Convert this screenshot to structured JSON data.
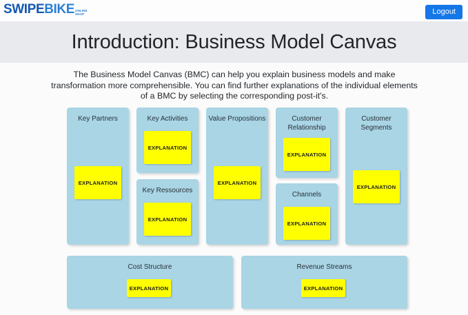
{
  "header": {
    "logo": {
      "part1": "SWIPE",
      "part2": "BIKE",
      "sub1": "ONLINE",
      "sub2": "SHOP"
    },
    "logout_label": "Logout"
  },
  "page": {
    "title": "Introduction: Business Model Canvas",
    "intro": "The Business Model Canvas (BMC) can help you explain business models and make transformation more comprehensible. You can find further explanations of the individual elements of a BMC by selecting the corresponding post-it's."
  },
  "colors": {
    "block": "#a9d5e5",
    "postit": "#ffff00",
    "accent": "#1577e8",
    "band": "#e9eaee",
    "page_bg": "#fbfbfb"
  },
  "canvas": {
    "postit_label": "EXPLANATION",
    "blocks": [
      {
        "id": "key-partners",
        "title": "Key Partners"
      },
      {
        "id": "key-activities",
        "title": "Key Activities"
      },
      {
        "id": "key-ressources",
        "title": "Key Ressources"
      },
      {
        "id": "value-propositions",
        "title": "Value Propositions"
      },
      {
        "id": "customer-relationship",
        "title": "Customer Relationship"
      },
      {
        "id": "channels",
        "title": "Channels"
      },
      {
        "id": "customer-segments",
        "title": "Customer Segments"
      },
      {
        "id": "cost-structure",
        "title": "Cost Structure"
      },
      {
        "id": "revenue-streams",
        "title": "Revenue Streams"
      }
    ]
  }
}
